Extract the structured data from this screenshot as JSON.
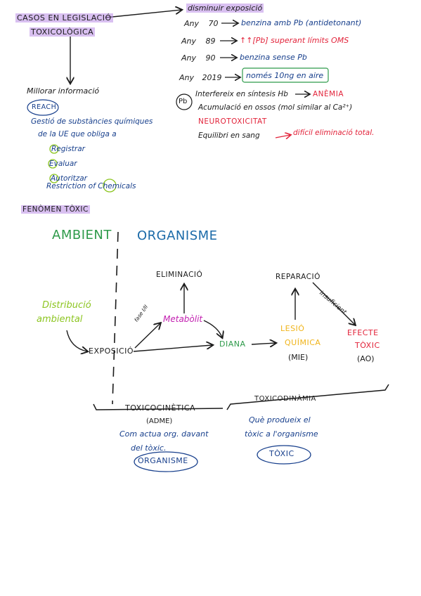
{
  "header": {
    "title_line1": "CASOS EN LEGISLACIÓ",
    "title_line2": "TOXICOLÒGICA"
  },
  "disminuir": {
    "heading": "disminuir exposició",
    "rows": [
      {
        "year_label": "Any",
        "year": "70",
        "text": "benzina amb Pb (antidetonant)"
      },
      {
        "year_label": "Any",
        "year": "89",
        "text": "↑↑[Pb] superant límits OMS"
      },
      {
        "year_label": "Any",
        "year": "90",
        "text": "benzina sense Pb"
      },
      {
        "year_label": "Any",
        "year": "2019",
        "text": "només 10ng en aire"
      }
    ]
  },
  "pb_notes": {
    "badge": "Pb",
    "line1": "Interfereix en síntesis Hb",
    "line1_result": "ANÈMIA",
    "line2": "Acumulació en ossos (mol similar al Ca²⁺)",
    "line3": "NEUROTOXICITAT",
    "line4": "Equilibri en sang",
    "line4_result": "difícil eliminació total."
  },
  "millorar": {
    "heading": "Millorar informació",
    "badge": "REACH",
    "desc_line1": "Gestió de substàncies químiques",
    "desc_line2": "de la UE que obliga a",
    "items": [
      "Registrar",
      "Evaluar",
      "Autoritzar"
    ],
    "last_line_prefix": "Restriction of",
    "last_line_word": "Chemicals"
  },
  "fenomen": {
    "heading": "FENÒMEN TÒXIC"
  },
  "diagram": {
    "ambient": "AMBIENT",
    "organisme": "ORGANISME",
    "distribucio_line1": "Distribució",
    "distribucio_line2": "ambiental",
    "exposicio": "EXPOSICIÓ",
    "eliminacio": "ELIMINACIÓ",
    "metabolit": "Metabòlit",
    "fase_label": "fase I/II",
    "diana": "DIANA",
    "reparacio": "REPARACIÓ",
    "insuficient": "insuficient",
    "lesio_line1": "LESIÓ",
    "lesio_line2": "QUÍMICA",
    "lesio_abbr": "(MIE)",
    "efecte_line1": "EFECTE",
    "efecte_line2": "TÒXIC",
    "efecte_abbr": "(AO)"
  },
  "bottom": {
    "toxicocinetica": "TOXICOCINÈTICA",
    "toxicocinetica_abbr": "(ADME)",
    "toxicocinetica_desc1": "Com actua org. davant",
    "toxicocinetica_desc2": "del tòxic.",
    "toxicocinetica_badge": "ORGANISME",
    "toxicodinamia": "TOXICODINÀMIA",
    "toxicodinamia_desc1": "Què produeix el",
    "toxicodinamia_desc2": "tòxic a l'organisme",
    "toxicodinamia_badge": "TÒXIC"
  },
  "colors": {
    "ink": "#1a1a1a",
    "blue": "#173f8c",
    "red": "#e2233a",
    "green": "#2e9a4a",
    "lime": "#8cc520",
    "magenta": "#c21fb0",
    "orange": "#f0b41a",
    "highlight": "#ba8ce6"
  }
}
